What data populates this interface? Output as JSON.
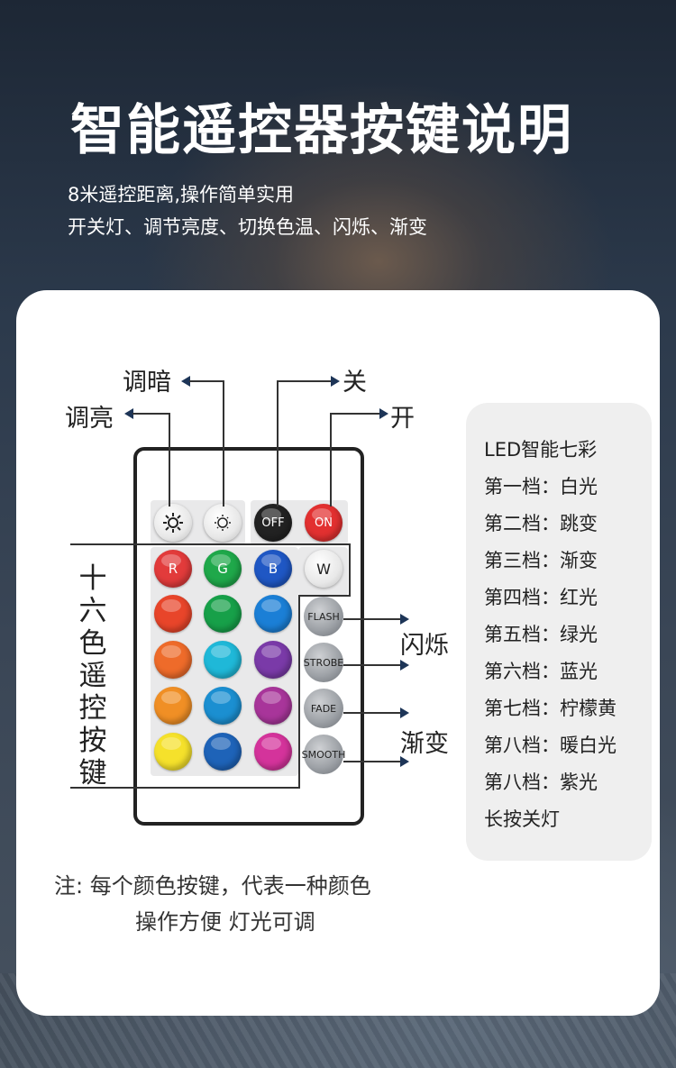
{
  "header": {
    "title": "智能遥控器按键说明",
    "subtitle_1": "8米遥控距离,操作简单实用",
    "subtitle_2": "开关灯、调节亮度、切换色温、闪烁、渐变"
  },
  "labels": {
    "dim": "调暗",
    "bright": "调亮",
    "off": "关",
    "on": "开",
    "flash_label": "闪烁",
    "fade_label": "渐变",
    "sixteen_color": [
      "十",
      "六",
      "色",
      "遥",
      "控",
      "按",
      "键"
    ]
  },
  "remote": {
    "top_buttons": {
      "bright_icon": "bright-sun-icon",
      "dim_icon": "dim-sun-icon",
      "off": "OFF",
      "on": "ON"
    },
    "rgbw": [
      "R",
      "G",
      "B",
      "W"
    ],
    "function_buttons": [
      "FLASH",
      "STROBE",
      "FADE",
      "SMOOTH"
    ],
    "colors": {
      "row1": [
        "#e23b3b",
        "#1fa84a",
        "#1f57c4",
        "#ffffff"
      ],
      "row2": [
        "#e8452a",
        "#17a049",
        "#1b7fd6"
      ],
      "row3": [
        "#ee6b2a",
        "#1fb8d8",
        "#7a3aa8"
      ],
      "row4": [
        "#f08f25",
        "#1b8fd1",
        "#a8359a"
      ],
      "row5": [
        "#f5e12b",
        "#1e63b8",
        "#d4339b"
      ]
    }
  },
  "legend": {
    "title": "LED智能七彩",
    "items": [
      "第一档：白光",
      "第二档：跳变",
      "第三档：渐变",
      "第四档：红光",
      "第五档：绿光",
      "第六档：蓝光",
      "第七档：柠檬黄",
      "第八档：暖白光",
      "第八档：紫光",
      "长按关灯"
    ]
  },
  "note": {
    "line_1": "注: 每个颜色按键，代表一种颜色",
    "line_2": "操作方便 灯光可调"
  }
}
